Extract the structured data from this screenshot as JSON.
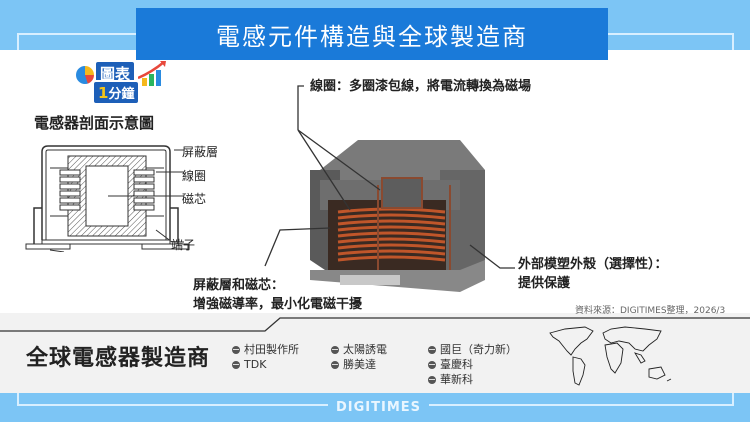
{
  "header": {
    "title": "電感元件構造與全球製造商"
  },
  "logo": {
    "line1": "圖表",
    "line2_num": "1",
    "line2_text": "分鐘"
  },
  "schematic": {
    "title": "電感器剖面示意圖",
    "labels": {
      "shield": "屏蔽層",
      "coil": "線圈",
      "core": "磁芯",
      "terminal": "端子"
    }
  },
  "callouts": {
    "coil": "線圈：多圈漆包線，將電流轉換為磁場",
    "shield_core_line1": "屏蔽層和磁芯：",
    "shield_core_line2": "增強磁導率，最小化電磁干擾",
    "case_line1": "外部模塑外殼（選擇性）：",
    "case_line2": "提供保護"
  },
  "source": "資料來源：DIGITIMES整理，2026/3",
  "manufacturers": {
    "title": "全球電感器製造商",
    "icon": "globe-icon",
    "columns": [
      [
        "村田製作所",
        "TDK"
      ],
      [
        "太陽誘電",
        "勝美達"
      ],
      [
        "國巨（奇力新）",
        "臺慶科",
        "華新科"
      ]
    ]
  },
  "footer": {
    "brand": "DIGITIMES"
  },
  "colors": {
    "title_blue": "#1a7ad9",
    "band_light_blue": "#7cc5f5",
    "copper": "#c0562a",
    "case_gray": "#6b6b6b"
  }
}
